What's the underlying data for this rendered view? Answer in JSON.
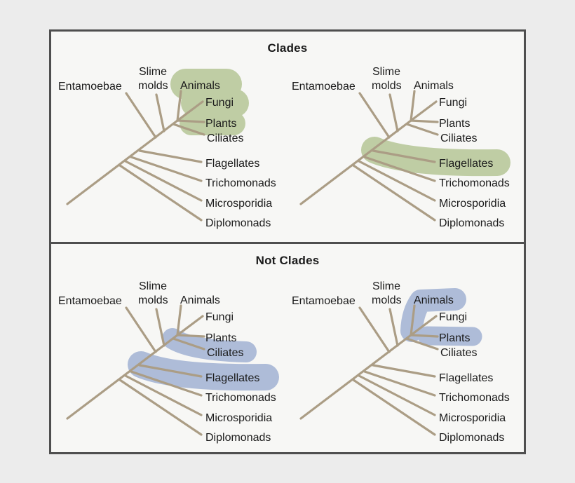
{
  "colors": {
    "page_background": "#ececec",
    "panel_fill": "#f7f7f5",
    "panel_border": "#4f4f4f",
    "text": "#1b1b1b",
    "branch": "#ab9d85",
    "clade_highlight_green": "#bfcda4",
    "non_clade_highlight_blue": "#aebcd8"
  },
  "taxa": {
    "entamoebae": "Entamoebae",
    "slime_molds_line1": "Slime",
    "slime_molds_line2": "molds",
    "animals": "Animals",
    "fungi": "Fungi",
    "plants": "Plants",
    "ciliates": "Ciliates",
    "flagellates": "Flagellates",
    "trichomonads": "Trichomonads",
    "microsporidia": "Microsporidia",
    "diplomonads": "Diplomonads"
  },
  "panels": [
    {
      "title": "Clades",
      "highlight_color_name": "green",
      "trees": [
        {
          "position": "left",
          "highlighted_groups": [
            [
              "Animals",
              "Fungi",
              "Plants"
            ]
          ]
        },
        {
          "position": "right",
          "highlighted_groups": [
            [
              "Flagellates"
            ]
          ]
        }
      ]
    },
    {
      "title": "Not Clades",
      "highlight_color_name": "blue",
      "trees": [
        {
          "position": "left",
          "highlighted_groups": [
            [
              "Ciliates"
            ],
            [
              "Flagellates"
            ]
          ]
        },
        {
          "position": "right",
          "highlighted_groups": [
            [
              "Animals"
            ],
            [
              "Plants"
            ]
          ]
        }
      ]
    }
  ]
}
